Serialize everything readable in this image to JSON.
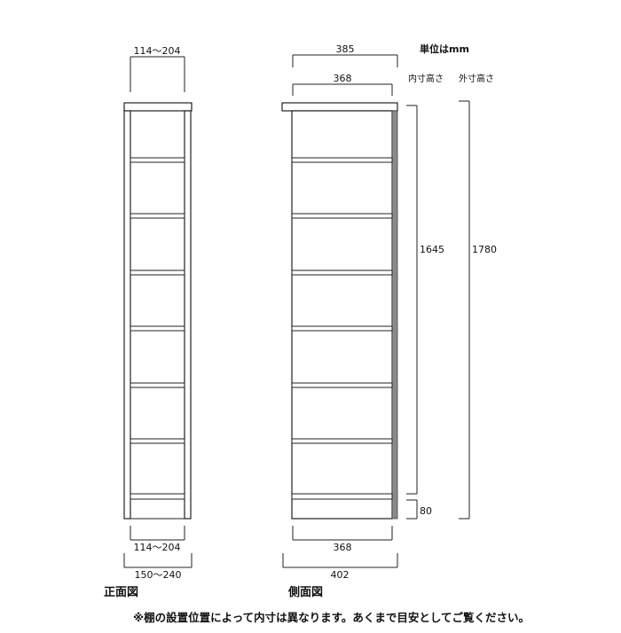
{
  "unit_label": "単位はmm",
  "height_headers": {
    "inner": "内寸高さ",
    "outer": "外寸高さ"
  },
  "front_view": {
    "label": "正面図",
    "top_width": "114～204",
    "inner_width": "114～204",
    "outer_width": "150～240"
  },
  "side_view": {
    "label": "側面図",
    "top_depth": "385",
    "inner_depth_top": "368",
    "inner_depth_bottom": "368",
    "outer_depth": "402",
    "inner_height": "1645",
    "outer_height": "1780",
    "base_height": "80"
  },
  "note": "※棚の設置位置によって内寸は異なります。あくまで目安としてご覧ください。"
}
